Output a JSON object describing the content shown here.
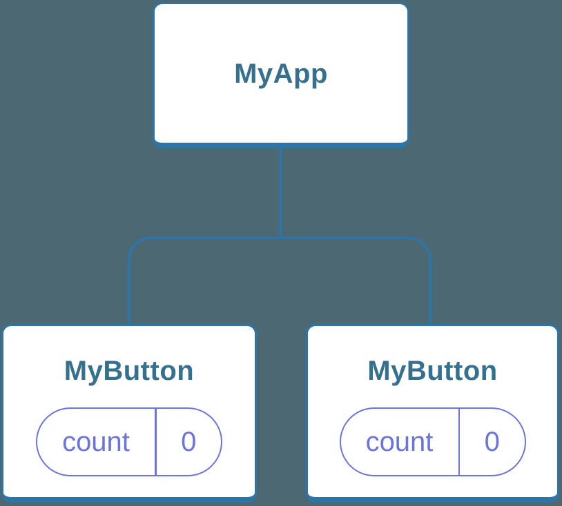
{
  "diagram": {
    "colors": {
      "background": "#4C6973",
      "line": "#2D74A7",
      "node_fill": "#FFFFFF",
      "title_text": "#35708F",
      "state_accent": "#6B74DD"
    },
    "root": {
      "title": "MyApp"
    },
    "children": [
      {
        "title": "MyButton",
        "state": {
          "label": "count",
          "value": "0"
        }
      },
      {
        "title": "MyButton",
        "state": {
          "label": "count",
          "value": "0"
        }
      }
    ]
  }
}
